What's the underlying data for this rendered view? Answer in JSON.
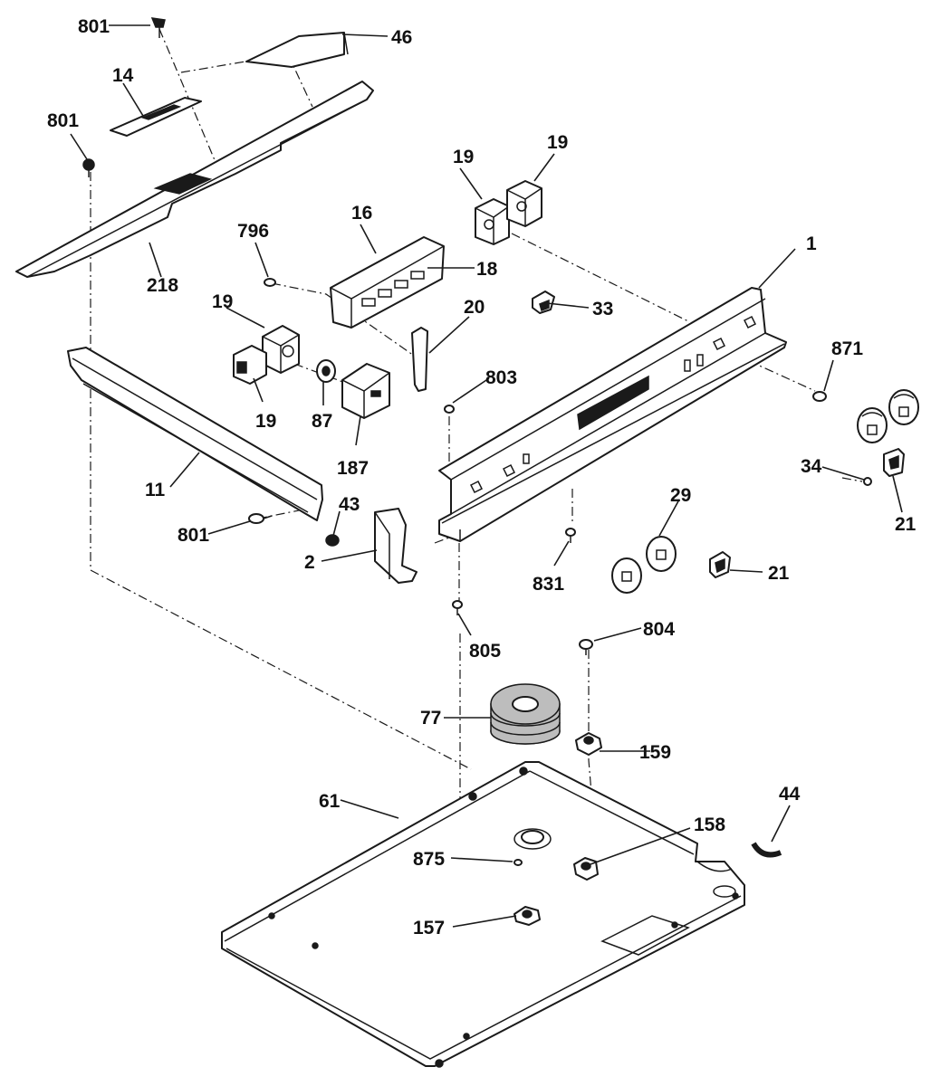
{
  "diagram": {
    "labels": {
      "p1": "1",
      "p2": "2",
      "p11": "11",
      "p14": "14",
      "p16": "16",
      "p18": "18",
      "p19a": "19",
      "p19b": "19",
      "p19c": "19",
      "p19d": "19",
      "p20": "20",
      "p21a": "21",
      "p21b": "21",
      "p29": "29",
      "p33": "33",
      "p34": "34",
      "p43": "43",
      "p44": "44",
      "p46": "46",
      "p61": "61",
      "p77": "77",
      "p87": "87",
      "p157": "157",
      "p158": "158",
      "p159": "159",
      "p187": "187",
      "p218": "218",
      "p796": "796",
      "p801a": "801",
      "p801b": "801",
      "p801c": "801",
      "p803": "803",
      "p804": "804",
      "p805": "805",
      "p831": "831",
      "p871": "871",
      "p875": "875"
    }
  }
}
